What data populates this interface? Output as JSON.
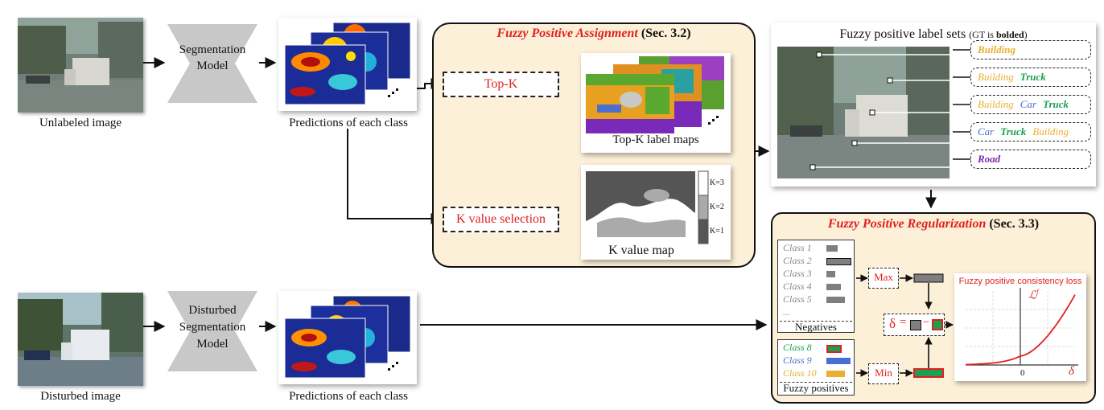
{
  "colors": {
    "panel_fill": "#fdf0d8",
    "accent_red": "#e02020",
    "building": "#e8b030",
    "truck": "#1aa050",
    "car": "#4a6fd0",
    "road": "#7a2ab8",
    "gray_bar": "#7f7f7f",
    "model_shape": "#c8c8c8"
  },
  "top_row": {
    "input_caption": "Unlabeled image",
    "model_label_line1": "Segmentation",
    "model_label_line2": "Model",
    "pred_caption": "Predictions of each class"
  },
  "bottom_row": {
    "input_caption": "Disturbed image",
    "model_label_line1": "Disturbed",
    "model_label_line2": "Segmentation",
    "model_label_line3": "Model",
    "pred_caption": "Predictions of each class"
  },
  "assignment": {
    "title_italic": "Fuzzy Positive Assignment",
    "title_sec": " (Sec. 3.2)",
    "topk_box": "Top-K",
    "kvalue_box": "K value selection",
    "topk_maps_caption": "Top-K label maps",
    "kvalue_map_caption": "K value map",
    "k_legend": [
      "K=3",
      "K=2",
      "K=1"
    ]
  },
  "label_sets": {
    "title_main": "Fuzzy positive label sets ",
    "title_gt": "(GT is ",
    "title_bold": "bolded",
    "title_end": ")",
    "rows": [
      [
        {
          "t": "Building",
          "c": "building",
          "b": true
        }
      ],
      [
        {
          "t": "Building",
          "c": "building",
          "b": false
        },
        {
          "t": "Truck",
          "c": "truck",
          "b": true
        }
      ],
      [
        {
          "t": "Building",
          "c": "building",
          "b": false
        },
        {
          "t": "Car",
          "c": "car",
          "b": false
        },
        {
          "t": "Truck",
          "c": "truck",
          "b": true
        }
      ],
      [
        {
          "t": "Car",
          "c": "car",
          "b": false
        },
        {
          "t": "Truck",
          "c": "truck",
          "b": true
        },
        {
          "t": "Building",
          "c": "building",
          "b": false
        }
      ],
      [
        {
          "t": "Road",
          "c": "road",
          "b": true
        }
      ]
    ]
  },
  "regularization": {
    "title_italic": "Fuzzy Positive Regularization",
    "title_sec": " (Sec. 3.3)",
    "negatives": {
      "classes": [
        "Class 1",
        "Class 2",
        "Class 3",
        "Class 4",
        "Class 5",
        "..."
      ],
      "bar_values": [
        0.45,
        0.95,
        0.35,
        0.6,
        0.75
      ],
      "caption": "Negatives"
    },
    "positives": {
      "classes": [
        "Class 8",
        "Class 9",
        "Class 10"
      ],
      "class_colors": [
        "truck",
        "car",
        "building"
      ],
      "bar_values": [
        0.5,
        1.0,
        0.75
      ],
      "caption": "Fuzzy positives"
    },
    "max_label": "Max",
    "min_label": "Min",
    "delta_sym": "δ",
    "eq": "=",
    "minus": "−"
  },
  "loss_chart": {
    "title": "Fuzzy positive consistency loss",
    "ylabel": "ℒ",
    "ylabel_sup": "f",
    "xlabel": "δ",
    "x_tick": "0"
  },
  "chart_data": {
    "type": "line",
    "title": "Fuzzy positive consistency loss",
    "xlabel": "δ",
    "ylabel": "ℒf",
    "x_ticks": [
      "0"
    ],
    "grid": true,
    "series": [
      {
        "points": [
          [
            -1.0,
            0.0
          ],
          [
            -0.5,
            0.03
          ],
          [
            0.0,
            0.12
          ],
          [
            0.25,
            0.24
          ],
          [
            0.5,
            0.42
          ],
          [
            0.75,
            0.66
          ],
          [
            1.0,
            0.95
          ]
        ]
      }
    ]
  }
}
